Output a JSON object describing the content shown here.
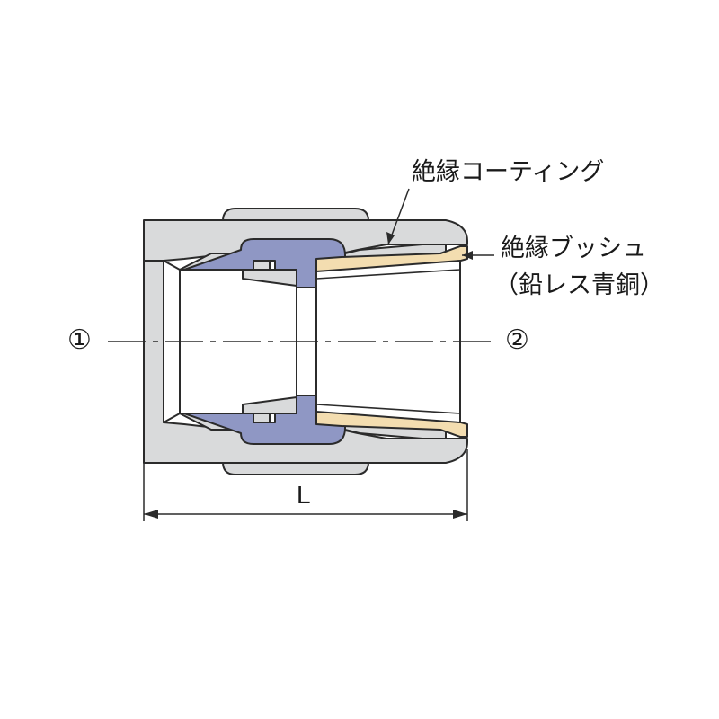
{
  "labels": {
    "coating": "絶縁コーティング",
    "bush": "絶縁ブッシュ",
    "bush_material": "（鉛レス青銅）"
  },
  "ports": {
    "left": "①",
    "right": "②"
  },
  "dimension": {
    "length": "L"
  },
  "colors": {
    "body_gray": "#d9dadb",
    "insulating_coating": "#8f97c4",
    "insulating_bush": "#f3ddb0",
    "outline": "#2b2b2b"
  }
}
